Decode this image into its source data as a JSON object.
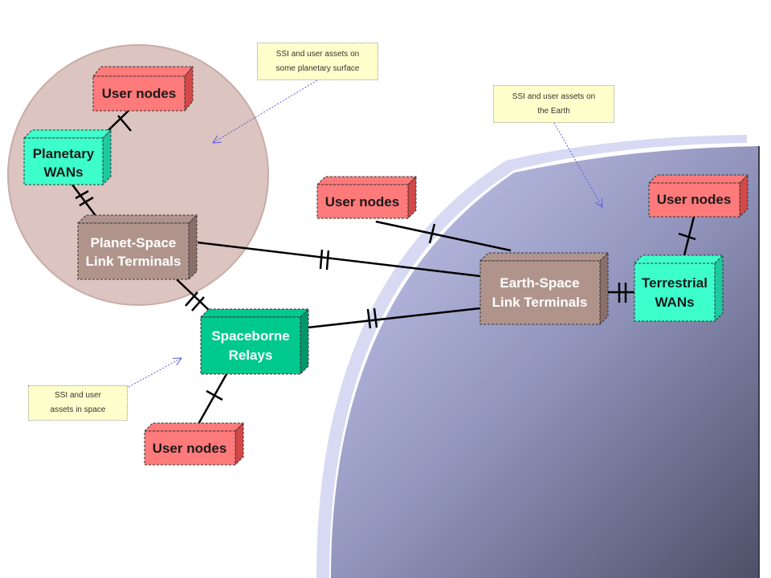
{
  "nodes": {
    "user_nodes_planet": "User nodes",
    "planetary_wans": [
      "Planetary",
      "WANs"
    ],
    "planet_space_terminals": [
      "Planet-Space",
      "Link Terminals"
    ],
    "user_nodes_center": "User nodes",
    "spaceborne_relays": [
      "Spaceborne",
      "Relays"
    ],
    "user_nodes_space": "User nodes",
    "earth_space_terminals": [
      "Earth-Space",
      "Link Terminals"
    ],
    "terrestrial_wans": [
      "Terrestrial",
      "WANs"
    ],
    "user_nodes_earth": "User nodes"
  },
  "notes": {
    "planetary_surface": [
      "SSI and user assets on",
      "some planetary surface"
    ],
    "earth": [
      "SSI and user assets on",
      "the Earth"
    ],
    "space": [
      "SSI and user",
      "assets in space"
    ]
  },
  "colors": {
    "user_nodes": "#ff7a7a",
    "wans": "#3dffcc",
    "relays": "#00c98d",
    "terminals": "#b0948c",
    "planet": "#dcc4c0",
    "earth_light": "#c7cbef",
    "earth_dark": "#565872",
    "note_fill": "#ffffcc"
  }
}
